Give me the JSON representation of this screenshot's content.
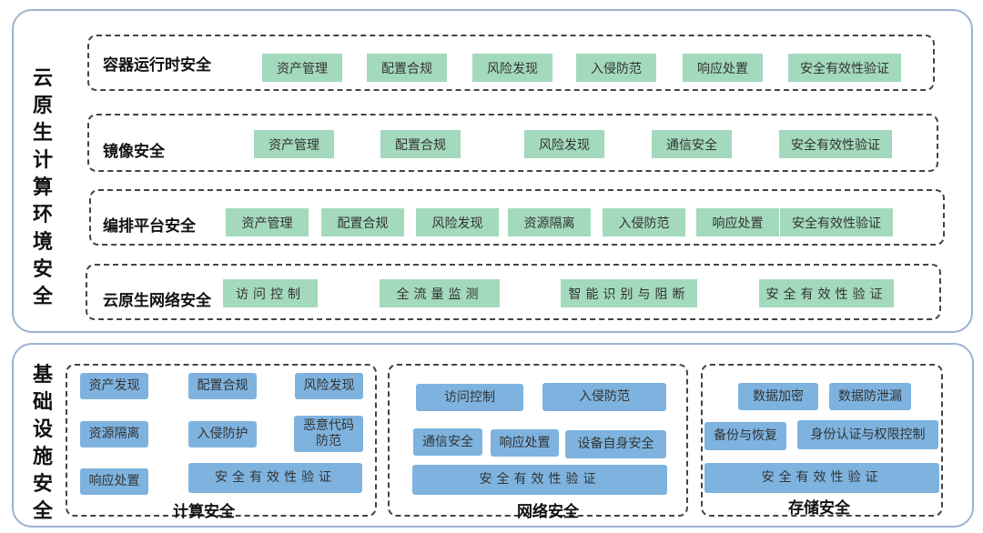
{
  "cloud_native": {
    "title": "云原生计算环境安全",
    "rows": [
      {
        "title": "容器运行时安全",
        "items": [
          "资产管理",
          "配置合规",
          "风险发现",
          "入侵防范",
          "响应处置",
          "安全有效性验证"
        ]
      },
      {
        "title": "镜像安全",
        "items": [
          "资产管理",
          "配置合规",
          "风险发现",
          "通信安全",
          "安全有效性验证"
        ]
      },
      {
        "title": "编排平台安全",
        "items": [
          "资产管理",
          "配置合规",
          "风险发现",
          "资源隔离",
          "入侵防范",
          "响应处置",
          "安全有效性验证"
        ]
      },
      {
        "title": "云原生网络安全",
        "items": [
          "访问控制",
          "全流量监测",
          "智能识别与阻断",
          "安全有效性验证"
        ]
      }
    ]
  },
  "infrastructure": {
    "title": "基础设施安全",
    "compute": {
      "title": "计算安全",
      "items": [
        "资产发现",
        "配置合规",
        "风险发现",
        "资源隔离",
        "入侵防护",
        "恶意代码防范",
        "响应处置",
        "安全有效性验证"
      ]
    },
    "network": {
      "title": "网络安全",
      "items": [
        "访问控制",
        "入侵防范",
        "通信安全",
        "响应处置",
        "设备自身安全",
        "安全有效性验证"
      ]
    },
    "storage": {
      "title": "存储安全",
      "items": [
        "数据加密",
        "数据防泄漏",
        "备份与恢复",
        "身份认证与权限控制",
        "安全有效性验证"
      ]
    }
  },
  "colors": {
    "green_tag": "#a3d9bc",
    "blue_tag": "#7eb3df",
    "panel_border": "#9db3cf"
  }
}
